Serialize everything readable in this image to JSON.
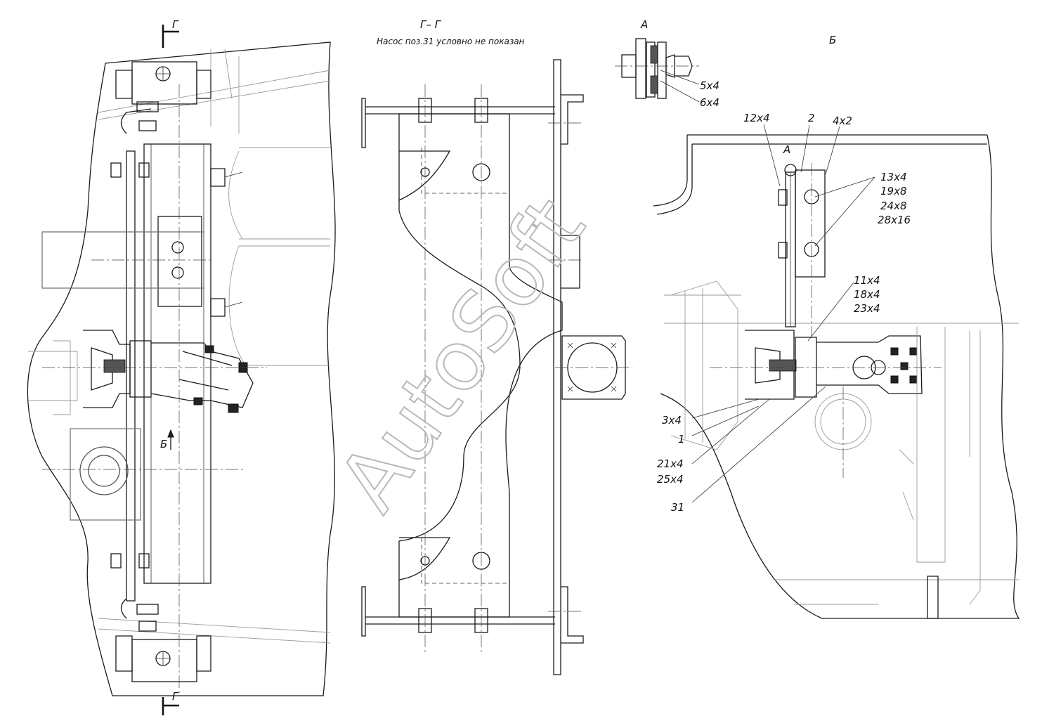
{
  "views": {
    "section": "Г– Г",
    "section_note": "Насос поз.31 условно не показан",
    "detail_a": "А",
    "view_b": "Б",
    "cut_mark": "Г",
    "arrow_b": "Б"
  },
  "detail_a_callouts": [
    "5x4",
    "6x4"
  ],
  "view_b_top_callouts": {
    "c1": "12x4",
    "c2": "2",
    "c3": "4x2",
    "a": "А"
  },
  "view_b_fastener_stack": [
    "13x4",
    "19x8",
    "24x8",
    "28x16"
  ],
  "view_b_pump_stack": [
    "11x4",
    "18x4",
    "23x4"
  ],
  "view_b_left_callouts": {
    "c1": "3x4",
    "c2": "1",
    "c3a": "21x4",
    "c3b": "25x4",
    "c4": "31"
  },
  "watermark": "AutoSoft"
}
